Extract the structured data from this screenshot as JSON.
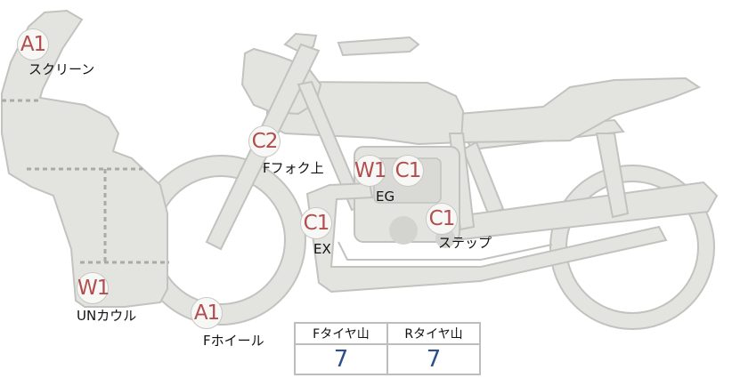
{
  "badges": {
    "screen": "A1",
    "front_fork_upper": "C2",
    "engine_w": "W1",
    "engine_c": "C1",
    "exhaust": "C1",
    "step": "C1",
    "under_cowl": "W1",
    "front_wheel": "A1"
  },
  "labels": {
    "screen": "スクリーン",
    "front_fork_upper": "Fフォク上",
    "engine": "EG",
    "exhaust": "EX",
    "step": "ステップ",
    "under_cowl": "UNカウル",
    "front_wheel": "Fホイール"
  },
  "tire_table": {
    "front_header": "Fタイヤ山",
    "rear_header": "Rタイヤ山",
    "front_value": "7",
    "rear_value": "7"
  },
  "colors": {
    "part_fill": "#e3e3e0",
    "badge_text": "#b24d4d",
    "table_value": "#2f4f8a"
  }
}
